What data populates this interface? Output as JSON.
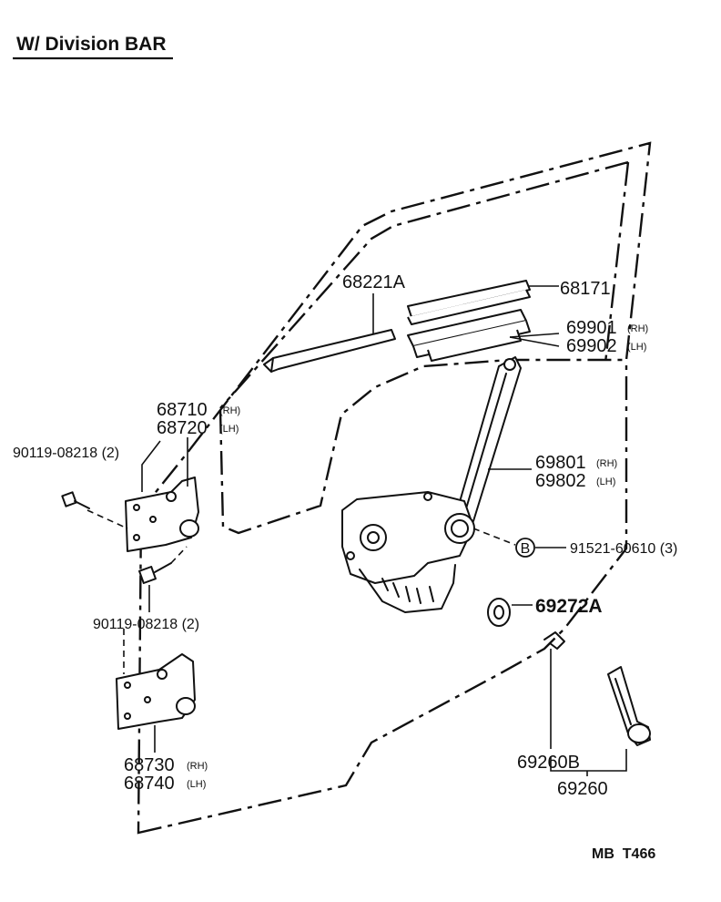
{
  "title": "W/ Division BAR",
  "footer_code": "MB  T466",
  "parts": {
    "run_channel_rear": "68221A",
    "run_channel_upper": "68171",
    "division_bar_rh": "69901",
    "division_bar_rh_side": "(RH)",
    "division_bar_lh": "69902",
    "division_bar_lh_side": "(LH)",
    "upper_hinge_rh": "68710",
    "upper_hinge_rh_side": "(RH)",
    "upper_hinge_lh": "68720",
    "upper_hinge_lh_side": "(LH)",
    "bolt_upper": "90119-08218 (2)",
    "regulator_rh": "69801",
    "regulator_rh_side": "(RH)",
    "regulator_lh": "69802",
    "regulator_lh_side": "(LH)",
    "screw_ref_letter": "B",
    "screw": "91521-60610 (3)",
    "bolt_lower": "90119-08218  (2)",
    "plate": "69272A",
    "clip": "69260B",
    "handle": "69260",
    "lower_hinge_rh": "68730",
    "lower_hinge_rh_side": "(RH)",
    "lower_hinge_lh": "68740",
    "lower_hinge_lh_side": "(LH)"
  }
}
